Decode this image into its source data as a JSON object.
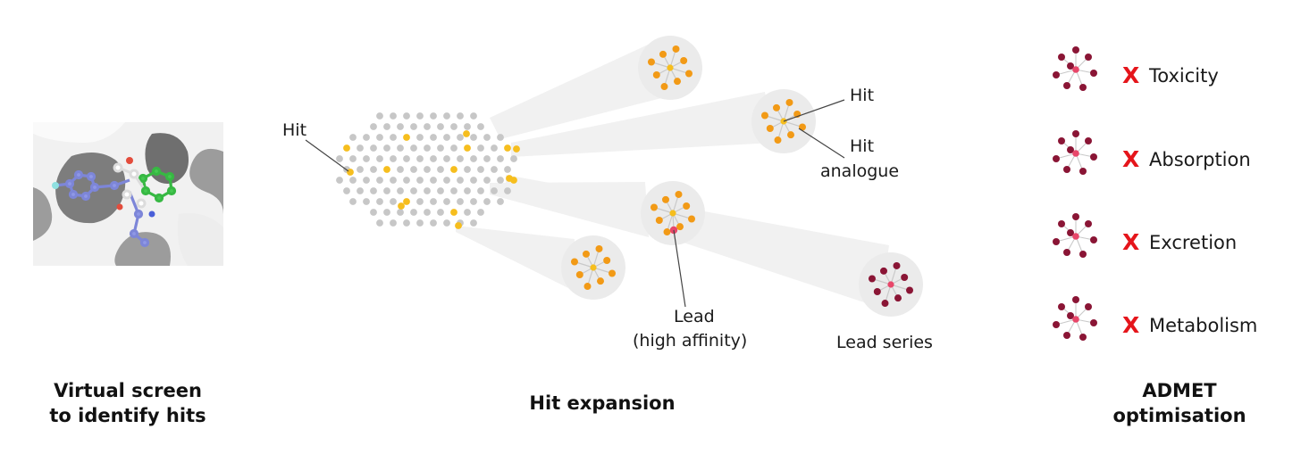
{
  "colors": {
    "grey_dot": "#c7c7c7",
    "hit_dot": "#f6be1e",
    "analogue_dot": "#f29a16",
    "lead_dot": "#e8476a",
    "lead_series_dot": "#8a1535",
    "cross": "#e5151b",
    "bubble": "#ebebeb",
    "beam": "#f1f1f1"
  },
  "virtual_screen": {
    "caption_line1": "Virtual screen",
    "caption_line2": "to identify hits",
    "image_name": "protein-ligand-docking-image"
  },
  "hit_expansion": {
    "caption": "Hit expansion",
    "hit_label": "Hit",
    "cluster_hit_label": "Hit",
    "analogue_label_line1": "Hit",
    "analogue_label_line2": "analogue",
    "lead_label_line1": "Lead",
    "lead_label_line2": "(high affinity)",
    "lead_series_label": "Lead series"
  },
  "admet": {
    "caption_line1": "ADMET",
    "caption_line2": "optimisation",
    "cross_symbol": "X",
    "items": [
      {
        "label": "Toxicity"
      },
      {
        "label": "Absorption"
      },
      {
        "label": "Excretion"
      },
      {
        "label": "Metabolism"
      }
    ]
  }
}
